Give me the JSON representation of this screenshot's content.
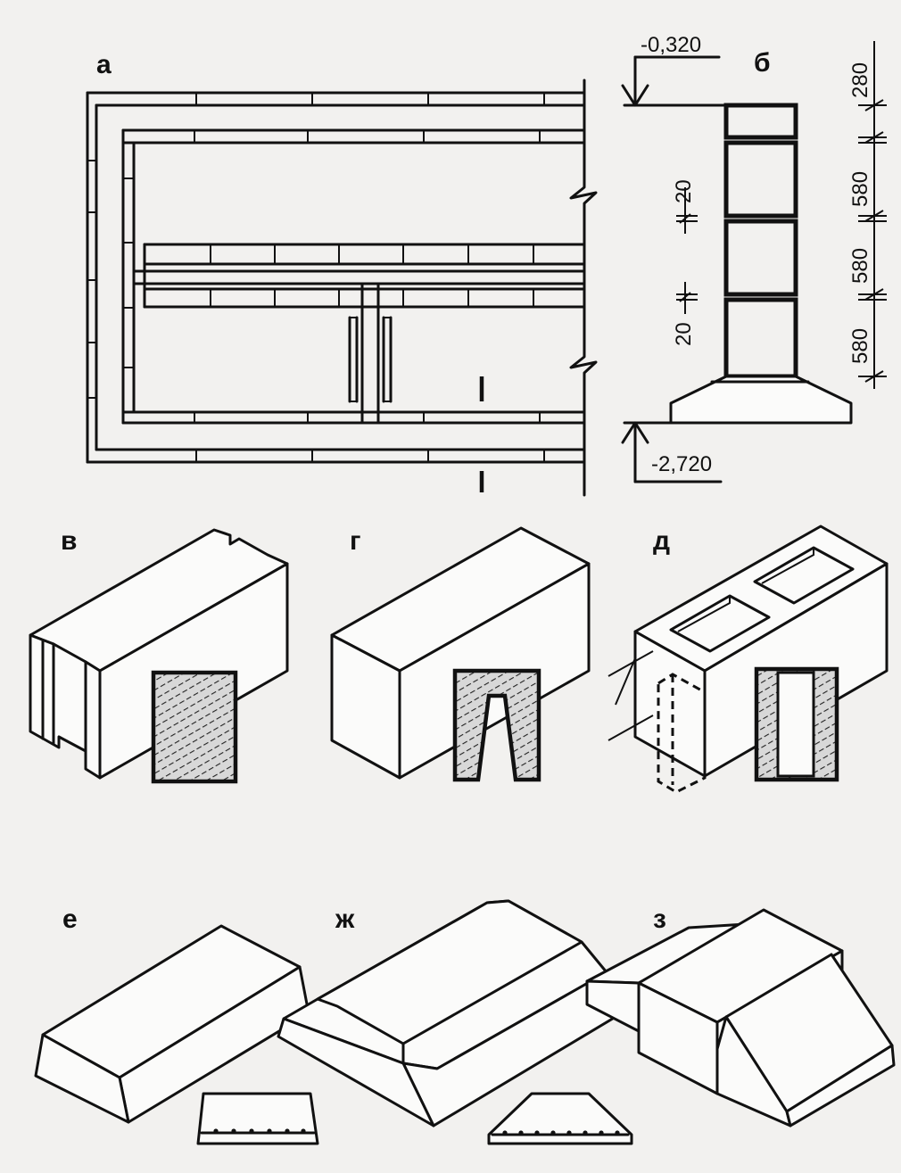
{
  "panels": {
    "a": {
      "label": "а"
    },
    "b": {
      "label": "б",
      "elevation_top": "-0,320",
      "elevation_bottom": "-2,720",
      "gap_upper": "20",
      "gap_lower": "20",
      "dim_1": "280",
      "dim_2": "580",
      "dim_3": "580",
      "dim_4": "580"
    },
    "a_section_mark": "I",
    "v": {
      "label": "в"
    },
    "g": {
      "label": "г"
    },
    "d": {
      "label": "д"
    },
    "e": {
      "label": "е"
    },
    "zh": {
      "label": "ж"
    },
    "z": {
      "label": "з"
    }
  }
}
